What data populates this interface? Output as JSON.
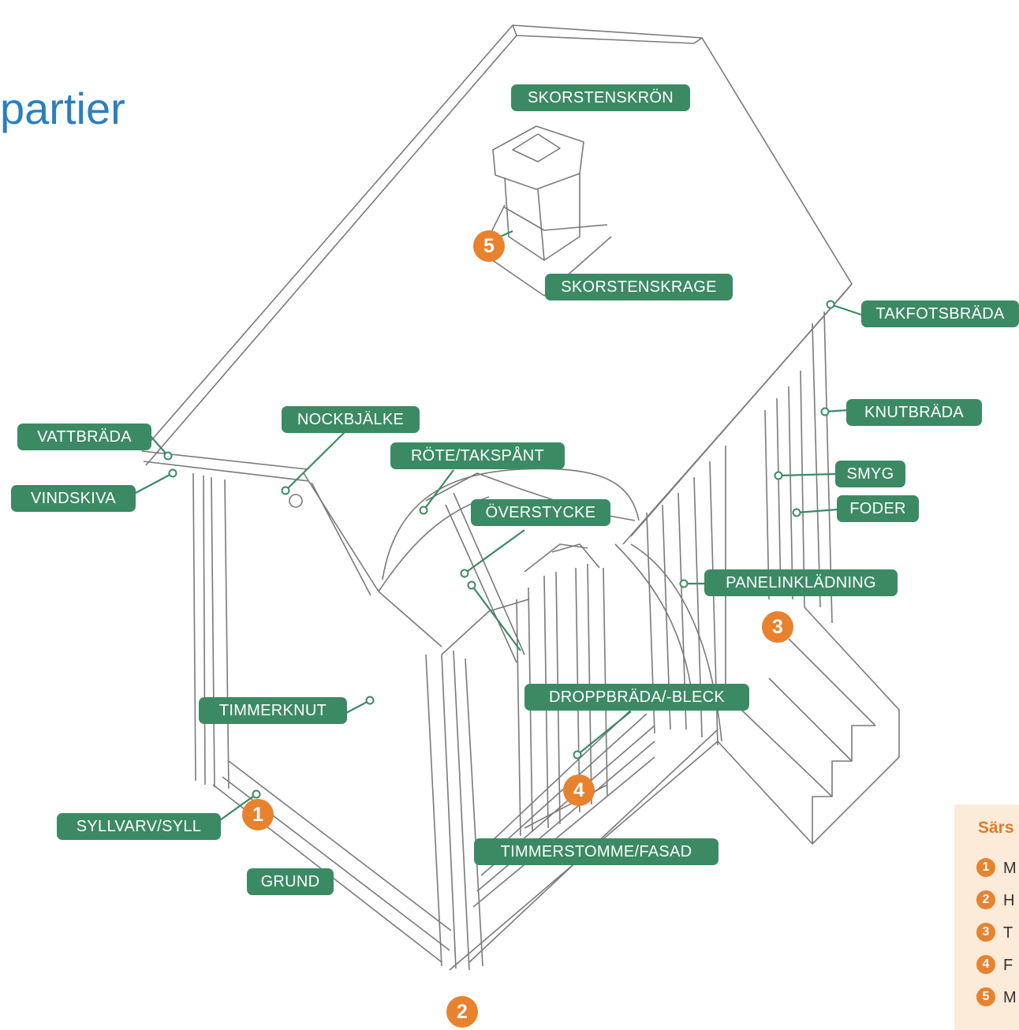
{
  "title": "partier",
  "labels": {
    "skorstenskron": "SKORSTENSKRÖN",
    "skorstenskrage": "SKORSTENSKRAGE",
    "takfotsbrada": "TAKFOTSBRÄDA",
    "knutbrada": "KNUTBRÄDA",
    "smyg": "SMYG",
    "foder": "FODER",
    "panelinkladning": "PANELINKLÄDNING",
    "vattbrada": "VATTBRÄDA",
    "vindskiva": "VINDSKIVA",
    "nockbjalke": "NOCKBJÄLKE",
    "rote_takspant": "RÖTE/TAKSPÅNT",
    "overstycke": "ÖVERSTYCKE",
    "droppbrada": "DROPPBRÄDA/-BLECK",
    "timmerknut": "TIMMERKNUT",
    "syllvarv": "SYLLVARV/SYLL",
    "timmerstomme": "TIMMERSTOMME/FASAD",
    "grund": "GRUND"
  },
  "markers": [
    "1",
    "2",
    "3",
    "4",
    "5"
  ],
  "legend": {
    "title": "Särs",
    "items": [
      {
        "num": "1",
        "text": "M"
      },
      {
        "num": "2",
        "text": "H"
      },
      {
        "num": "3",
        "text": "T"
      },
      {
        "num": "4",
        "text": "F"
      },
      {
        "num": "5",
        "text": "M"
      }
    ]
  },
  "colors": {
    "label_bg": "#3b8a64",
    "marker": "#e8822e",
    "title": "#2b7fc1",
    "legend_bg": "#fdebd9",
    "sketch": "#7a7a7a"
  }
}
